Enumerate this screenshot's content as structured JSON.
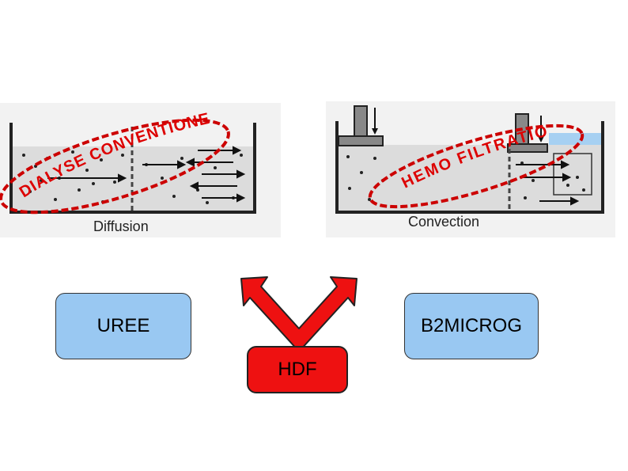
{
  "left_figure": {
    "caption": "Diffusion",
    "arc_text": "DIALYSE CONVENTIONELLE"
  },
  "right_figure": {
    "caption": "Convection",
    "arc_text": "HEMO FILTRATION"
  },
  "boxes": {
    "left": "UREE",
    "right": "B2MICROG",
    "center": "HDF"
  },
  "colors": {
    "box_fill": "#99c8f2",
    "hdf_fill": "#ee1111",
    "arrow_fill": "#ee1111",
    "ellipse_stroke": "#cc0000"
  }
}
